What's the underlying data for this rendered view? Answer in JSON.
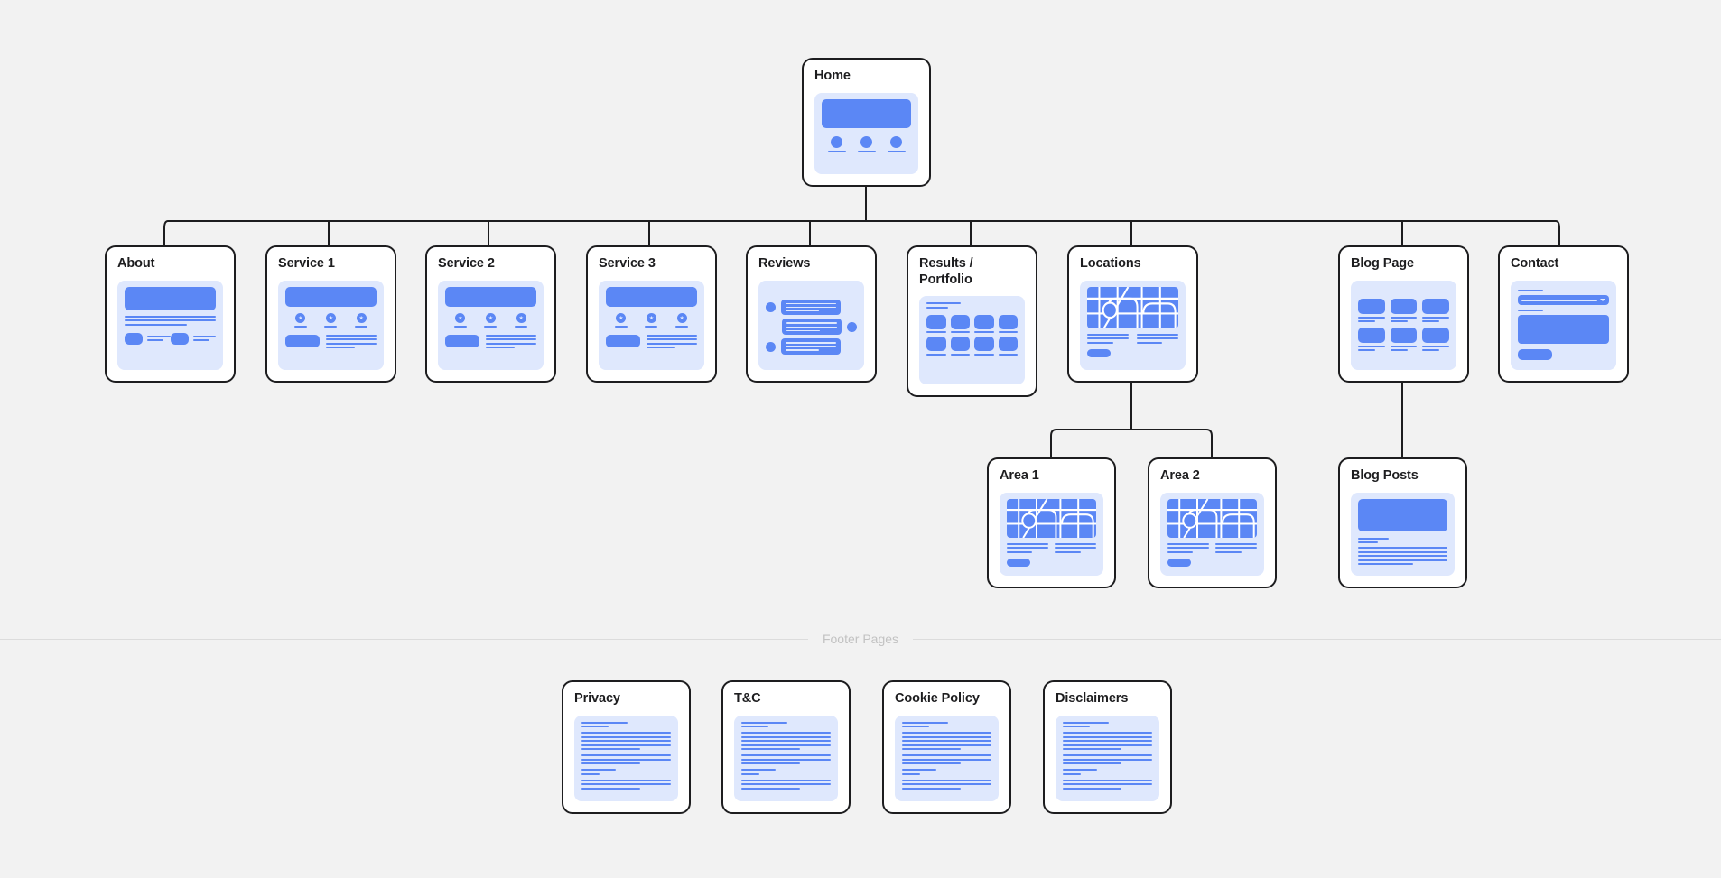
{
  "diagram": {
    "type": "sitemap",
    "background_color": "#f2f2f2",
    "accent_color": "#5b87f5",
    "thumb_bg_color": "#dfe8fd",
    "card_border_color": "#1d1d1f"
  },
  "root": {
    "label": "Home"
  },
  "level2": [
    {
      "label": "About"
    },
    {
      "label": "Service 1"
    },
    {
      "label": "Service 2"
    },
    {
      "label": "Service 3"
    },
    {
      "label": "Reviews"
    },
    {
      "label": "Results /\nPortfolio"
    },
    {
      "label": "Locations"
    },
    {
      "label": "Blog Page"
    },
    {
      "label": "Contact"
    }
  ],
  "level3": [
    {
      "label": "Area 1"
    },
    {
      "label": "Area 2"
    },
    {
      "label": "Blog Posts"
    }
  ],
  "footer_section": {
    "divider_label": "Footer Pages",
    "pages": [
      {
        "label": "Privacy"
      },
      {
        "label": "T&C"
      },
      {
        "label": "Cookie Policy"
      },
      {
        "label": "Disclaimers"
      }
    ]
  }
}
